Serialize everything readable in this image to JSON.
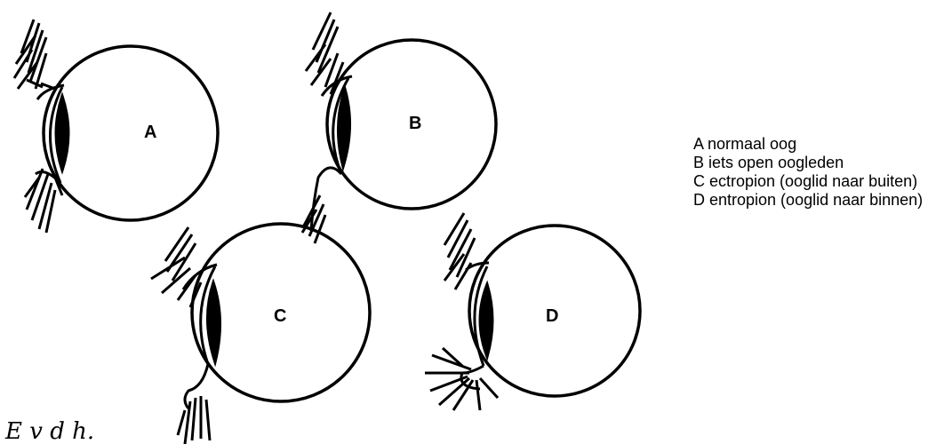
{
  "figure": {
    "eyes": [
      {
        "id": "A",
        "label": "A"
      },
      {
        "id": "B",
        "label": "B"
      },
      {
        "id": "C",
        "label": "C"
      },
      {
        "id": "D",
        "label": "D"
      }
    ],
    "signature": "E v d h.",
    "stroke_color": "#000000"
  },
  "legend": {
    "items": [
      "A normaal oog",
      "B iets open oogleden",
      "C ectropion (ooglid naar buiten)",
      "D entropion (ooglid naar binnen)"
    ]
  }
}
